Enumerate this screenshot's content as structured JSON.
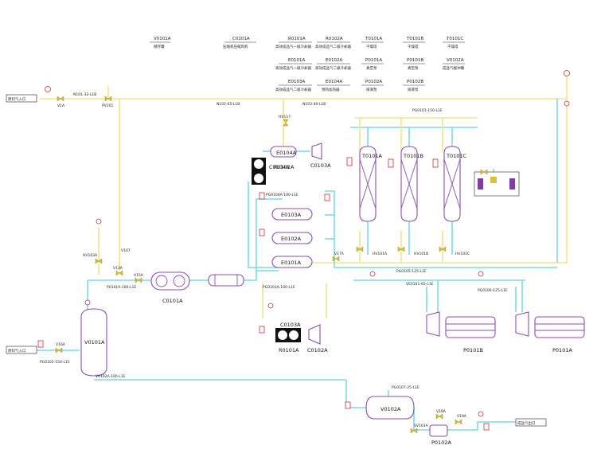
{
  "header_legend": [
    {
      "tag": "V0101A",
      "desc": "储存罐"
    },
    {
      "tag": "C0101A",
      "desc": "压缩机压缩风机"
    },
    {
      "tag": "R0101A",
      "desc": "高效成品气一级冷却器"
    },
    {
      "tag": "E0101A",
      "desc": "高效成品气一级冷却器"
    },
    {
      "tag": "E0103A",
      "desc": "高效成品气二级冷却器"
    },
    {
      "tag": "R0102A",
      "desc": "高效成品气二级冷却器"
    },
    {
      "tag": "E0102A",
      "desc": "高效成品气二级冷却器"
    },
    {
      "tag": "E0104A",
      "desc": "预热加热器"
    },
    {
      "tag": "T0101A",
      "desc": "干燥塔"
    },
    {
      "tag": "P0101A",
      "desc": "真空泵"
    },
    {
      "tag": "P0102A",
      "desc": "排液泵"
    },
    {
      "tag": "T0101B",
      "desc": "干燥塔"
    },
    {
      "tag": "P0101B",
      "desc": "真空泵"
    },
    {
      "tag": "P0102B",
      "desc": "排液泵"
    },
    {
      "tag": "T0101C",
      "desc": "干燥塔"
    },
    {
      "tag": "V0102A",
      "desc": "成品气缓冲罐"
    }
  ],
  "equipment": {
    "v0101a": "V0101A",
    "c0101a": "C0101A",
    "e0101a": "E0101A",
    "e0102a": "E0102A",
    "e0103a": "E0103A",
    "e0104a": "E0104A",
    "c0104a": "C0104A",
    "r0102a": "R0102A",
    "c0103a_top": "C0103A",
    "c0103a_bot": "C0103A",
    "r0101a": "R0101A",
    "c0102a": "C0102A",
    "t0101a": "T0101A",
    "t0101b": "T0101B",
    "t0101c": "T0101C",
    "p0101b": "P0101B",
    "p0101a": "P0101A",
    "v0102a": "V0102A",
    "p0102a": "P0102A"
  },
  "lines": {
    "inlet_top": "原料气入口",
    "inlet_left": "原料气入口",
    "outlet": "成品气出口",
    "l_n01": "N101-32-L1B",
    "l_n02": "N102-65-L1B",
    "l_n03": "N103-40-L1B",
    "l_pg1": "PG0101-150-L1E",
    "l_pg2": "PG0102-150-L1E",
    "l_pg3": "PG0104A-100-L1E",
    "l_pg4": "PG0103A-100-L1E",
    "l_pg5": "PG0105-125-L1E",
    "l_pg6": "PG0106-125-L1E",
    "l_ve": "VE0101-65-L1E",
    "l_p1": "P0101A-100-L1E",
    "l_v2": "V0102A-100-L1E",
    "l_pg7": "PG0107-25-L1E"
  },
  "valves": {
    "v1a": "V1A",
    "pv101": "PV101",
    "v13a": "V13A",
    "v15a": "V15A",
    "hv103a": "HV103A",
    "v107": "V107",
    "hv117": "HV117",
    "hv101a": "HV101A",
    "hv101b": "HV101B",
    "hv101c": "HV101C",
    "v17a": "V17A",
    "v19a": "V19A",
    "v16a": "V16A",
    "v18a": "V18A",
    "sv103a": "SV103A"
  }
}
